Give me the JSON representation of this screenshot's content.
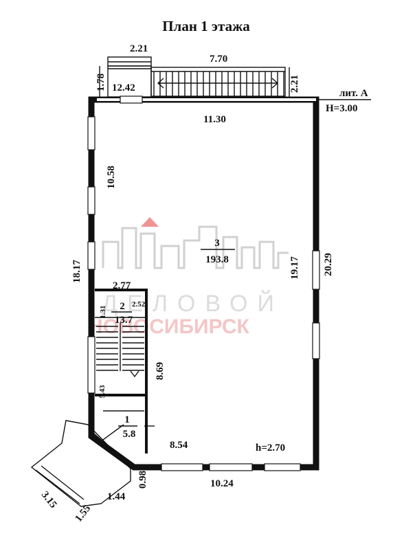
{
  "title": "План 1 этажа",
  "lit": "лит. А",
  "height_main": "H=3.00",
  "height_rooms": "h=2.70",
  "dimensions": {
    "porch_width": "2.21",
    "ramp_length": "7.70",
    "porch_depth": "1.78",
    "top_outer": "12.42",
    "ramp_right": "2.21",
    "top_inner": "11.30",
    "left_inner": "10.58",
    "left_outer": "18.17",
    "right_inner": "19.17",
    "right_outer": "20.29",
    "stair_width": "2.77",
    "stair_small": "2.52",
    "stair_depth": "1.31",
    "stair_height": "8.69",
    "vestibule_small": "5.43",
    "bottom_inner": "8.54",
    "bottom_outer": "10.24",
    "bottom_small": "0.98",
    "entrance_a": "1.44",
    "entrance_b": "1.55",
    "entrance_c": "3.15"
  },
  "rooms": [
    {
      "number": "3",
      "area": "193.8"
    },
    {
      "number": "2",
      "area": "13.7"
    },
    {
      "number": "1",
      "area": "5.8"
    }
  ],
  "watermark": {
    "line1": "ДЕЛОВОЙ",
    "line2": "НОВОСИБИРСК"
  }
}
